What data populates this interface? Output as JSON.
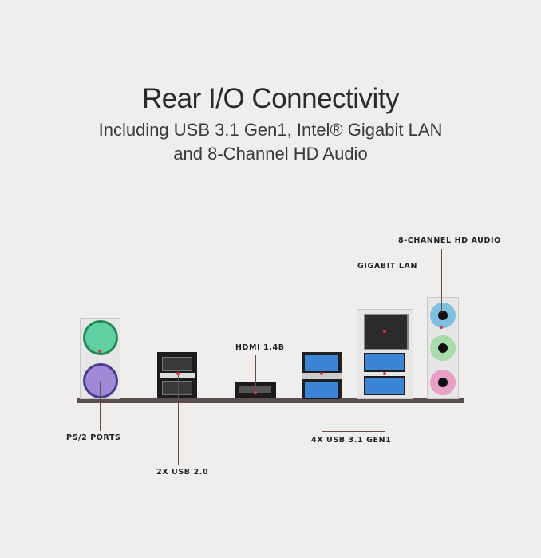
{
  "title": "Rear I/O Connectivity",
  "subtitle_line1": "Including USB 3.1 Gen1, Intel® Gigabit LAN",
  "subtitle_line2": "and 8-Channel HD Audio",
  "labels": {
    "audio": "8-CHANNEL HD AUDIO",
    "lan": "GIGABIT LAN",
    "hdmi": "HDMI 1.4B",
    "ps2": "PS/2 PORTS",
    "usb2": "2X USB 2.0",
    "usb3": "4X USB 3.1 GEN1"
  },
  "colors": {
    "ps2_mouse": "#5fcfa0",
    "ps2_keyboard": "#9b86d6",
    "audio_blue": "#7fbfe0",
    "audio_green": "#a9dcac",
    "audio_pink": "#e9a0c6",
    "usb3": "#3b84d6"
  }
}
